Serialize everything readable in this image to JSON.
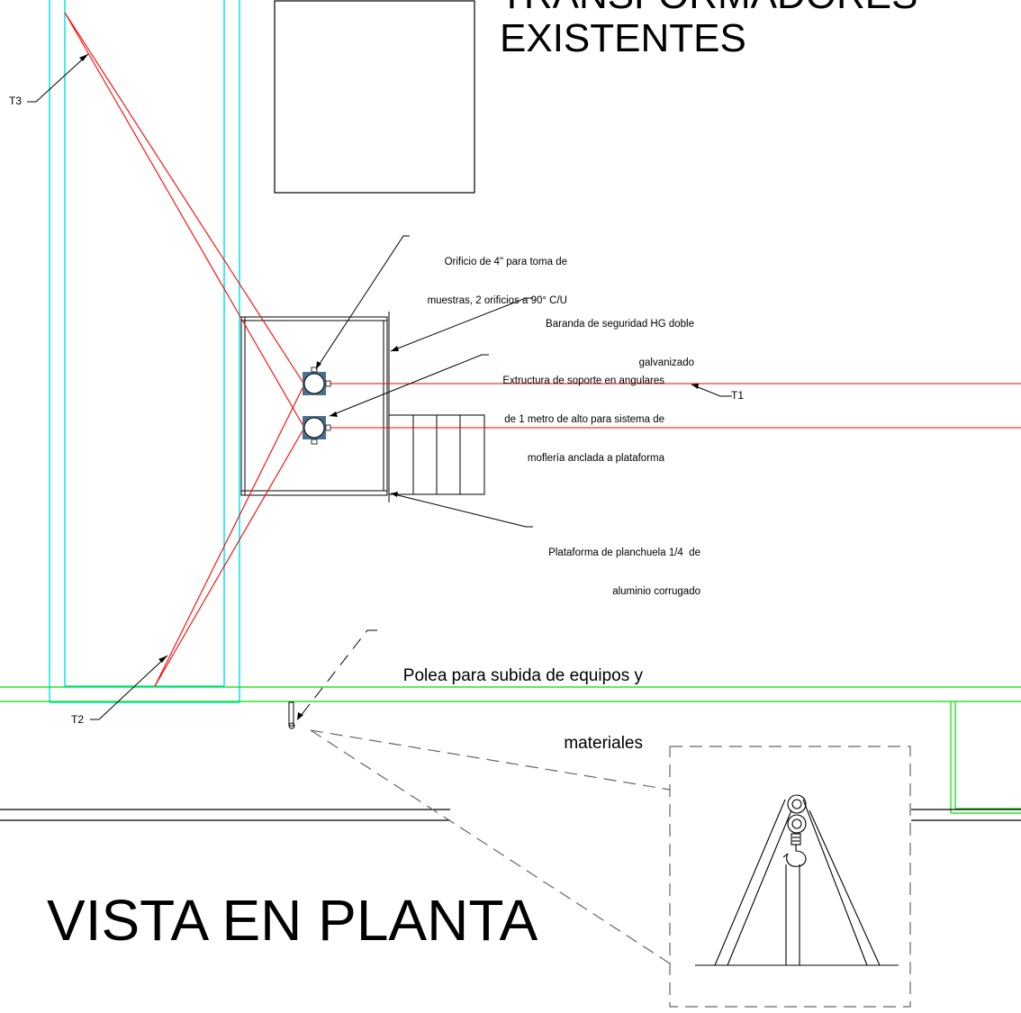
{
  "title": {
    "cut_line": "TRANSFORMADORES",
    "line2": "EXISTENTES"
  },
  "view_title": "VISTA EN PLANTA",
  "labels": {
    "t1": "T1",
    "t2": "T2",
    "t3": "T3"
  },
  "annotations": {
    "orificio_line1": "Orificio de 4\" para toma de",
    "orificio_line2": "muestras, 2 orificios a 90° C/U",
    "baranda_line1": "Baranda de seguridad HG doble",
    "baranda_line2": "galvanizado",
    "estructura_line1": "Extructura de soporte en angulares",
    "estructura_line2": "de 1 metro de alto para sistema de",
    "estructura_line3": "moflería anclada a plataforma",
    "plataforma_line1": "Plataforma de planchuela 1/4  de",
    "plataforma_line2": "aluminio corrugado",
    "polea_line1": "Polea para subida de equipos y",
    "polea_line2": "materiales"
  },
  "colors": {
    "tower": "#00e5ee",
    "cable": "#ff0000",
    "wall": "#00dd00",
    "ink": "#000000",
    "port_fill": "#4a6f8f",
    "detail_frame": "#666666"
  }
}
